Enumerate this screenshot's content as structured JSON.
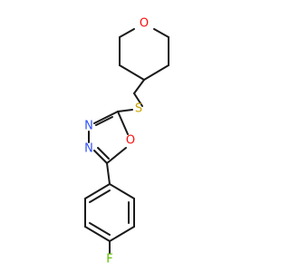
{
  "molecule": {
    "atoms": [
      {
        "id": "O_pyran",
        "label": "O",
        "color": "#ff0d0d"
      },
      {
        "id": "S_thioether",
        "label": "S",
        "color": "#c8a400"
      },
      {
        "id": "N3",
        "label": "N",
        "color": "#3050f8"
      },
      {
        "id": "N4",
        "label": "N",
        "color": "#3050f8"
      },
      {
        "id": "O_oxadiazole",
        "label": "O",
        "color": "#ff0d0d"
      },
      {
        "id": "F",
        "label": "F",
        "color": "#5fbf00"
      }
    ],
    "bond_color": "#1a1a1a"
  }
}
